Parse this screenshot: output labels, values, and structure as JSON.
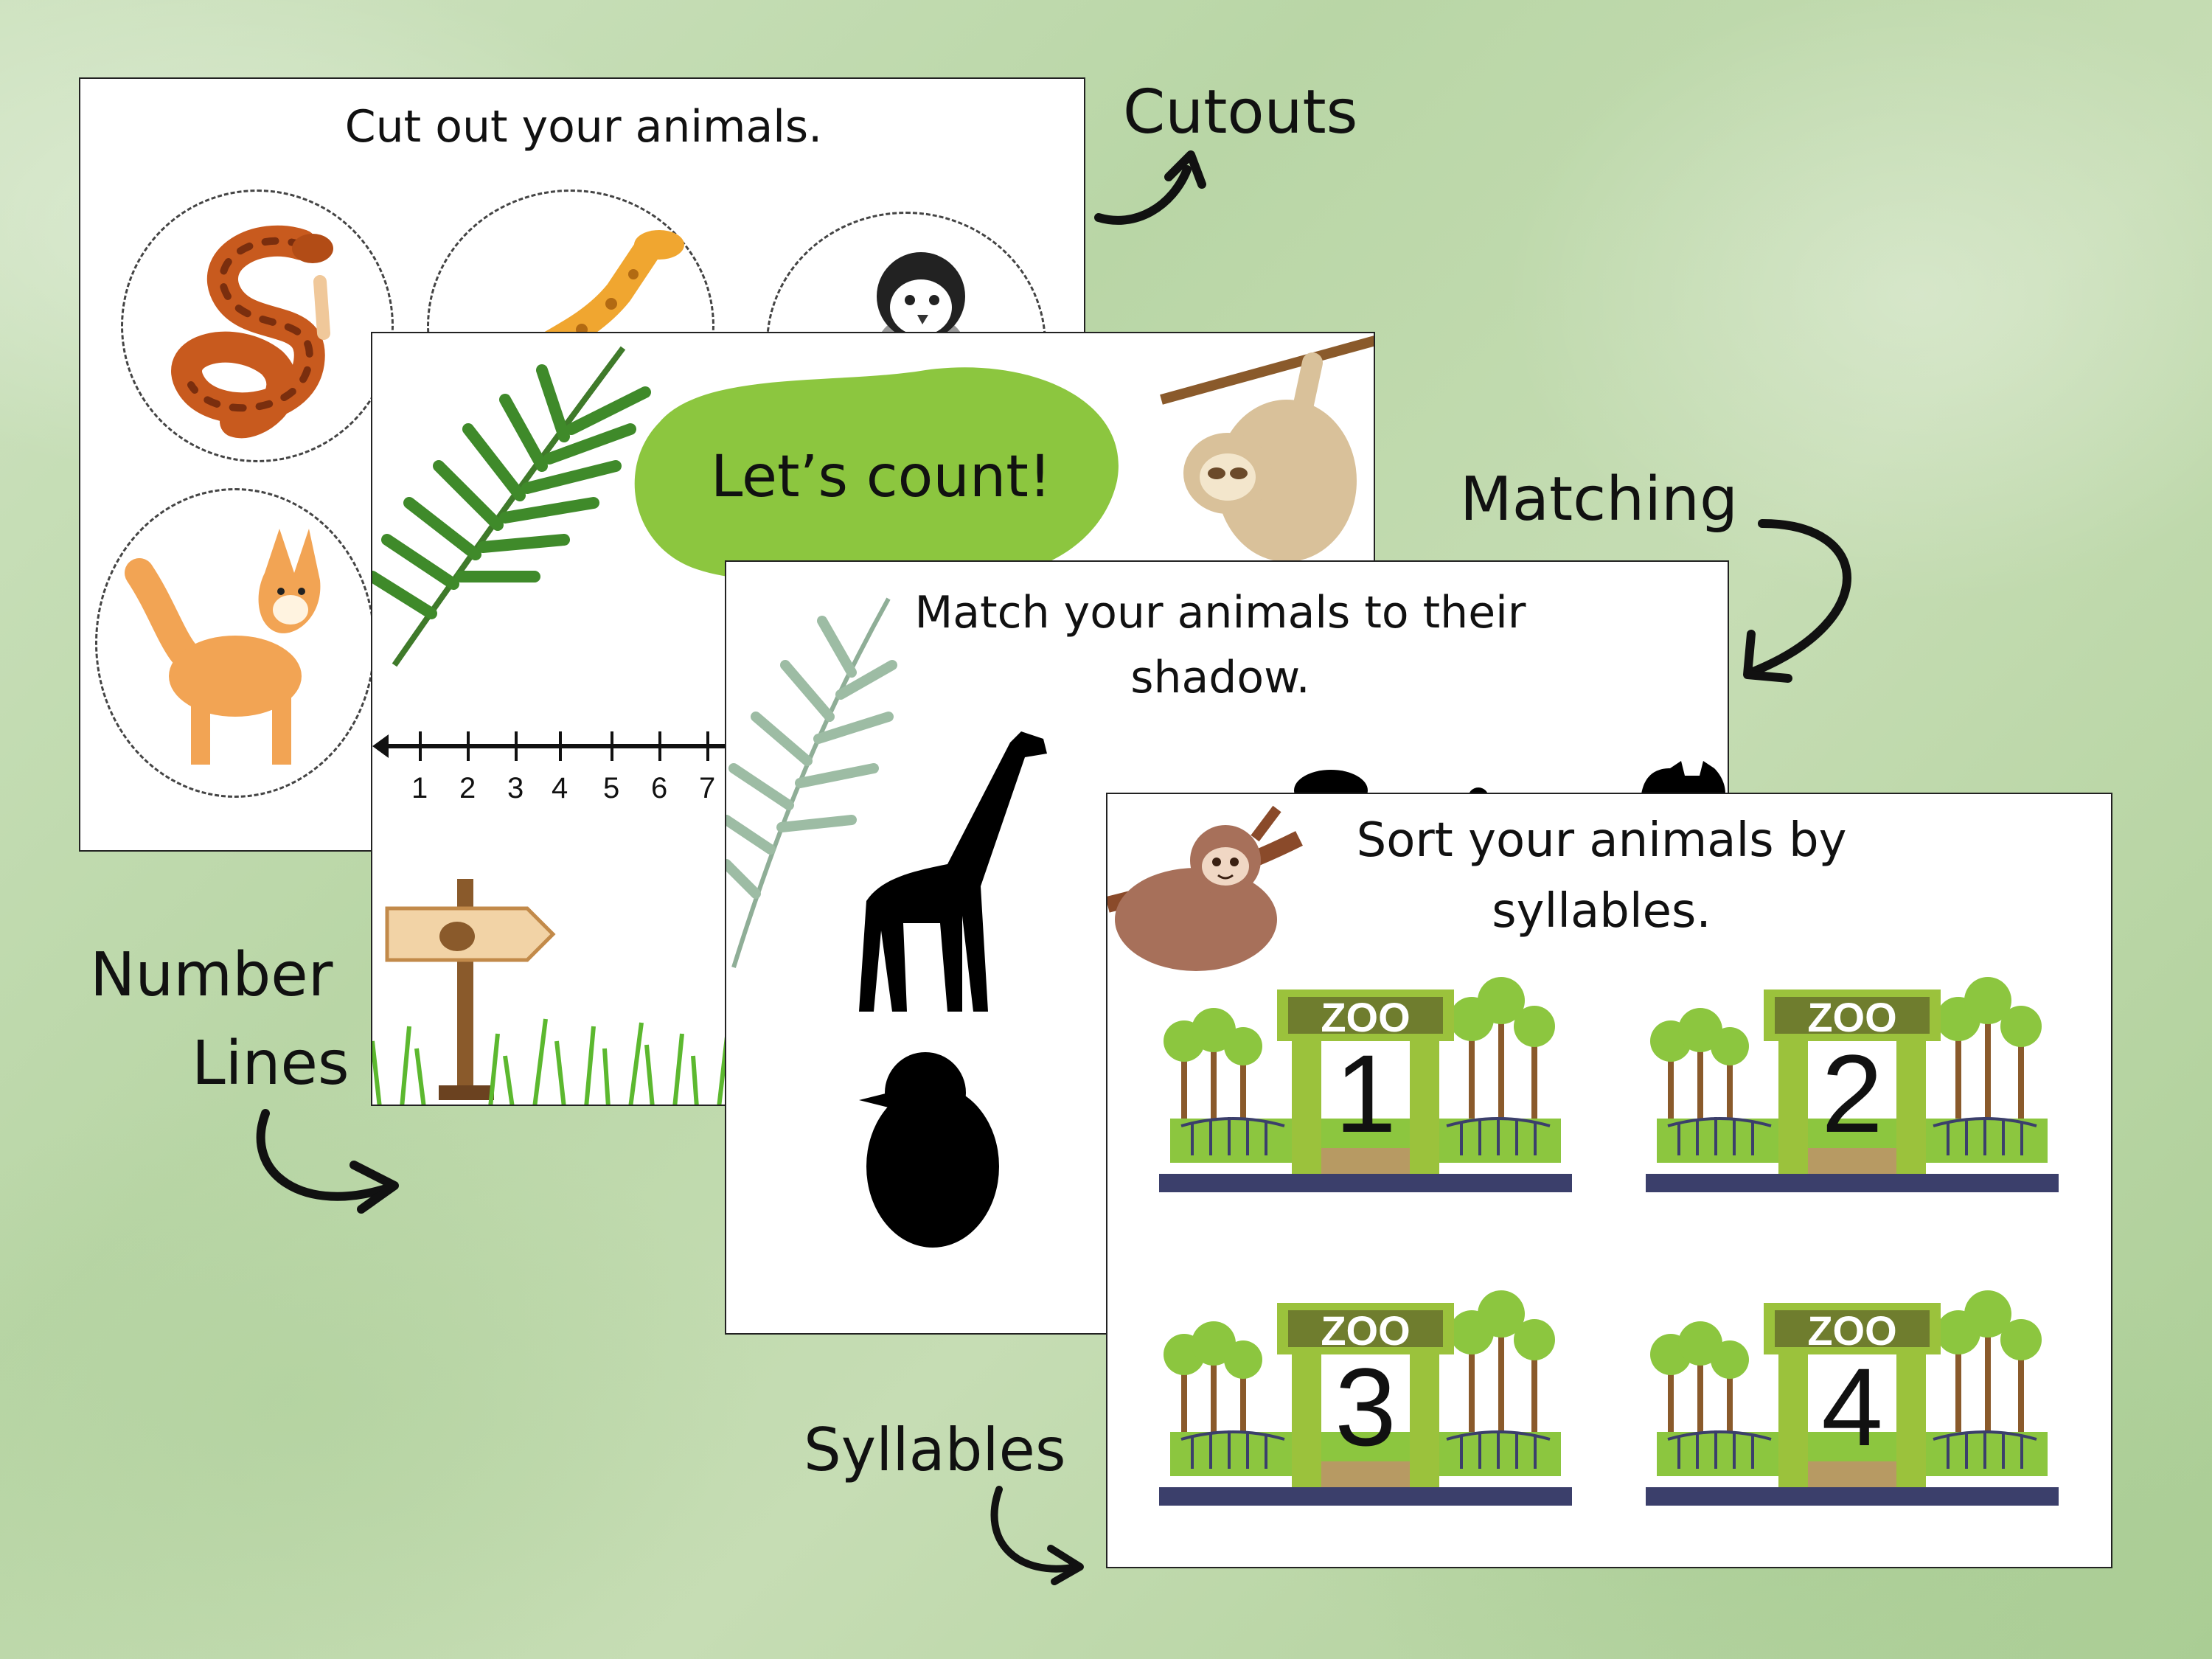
{
  "labels": {
    "cutouts": "Cutouts",
    "matching": "Matching",
    "number_lines_1": "Number",
    "number_lines_2": "Lines",
    "syllables": "Syllables"
  },
  "cards": {
    "cutouts": {
      "instruction": "Cut out your animals."
    },
    "counting": {
      "title": "Let’s count!",
      "number_line": [
        "1",
        "2",
        "3",
        "4",
        "5",
        "6",
        "7"
      ]
    },
    "matching": {
      "instruction": "Match your animals to their shadow."
    },
    "sorting": {
      "instruction": "Sort your animals by syllables.",
      "zoos": [
        {
          "sign": "ZOO",
          "number": "1"
        },
        {
          "sign": "ZOO",
          "number": "2"
        },
        {
          "sign": "ZOO",
          "number": "3"
        },
        {
          "sign": "ZOO",
          "number": "4"
        }
      ]
    }
  },
  "colors": {
    "accent_green": "#8cc63f",
    "zoo_green": "#9bc23c",
    "sign_olive": "#6f7d2e"
  },
  "icons": [
    "snake-icon",
    "giraffe-icon",
    "penguin-icon",
    "fox-icon",
    "sloth-icon",
    "palm-leaf-icon",
    "signpost-icon",
    "grass-icon",
    "curved-arrow-icon",
    "zoo-gate-icon"
  ]
}
